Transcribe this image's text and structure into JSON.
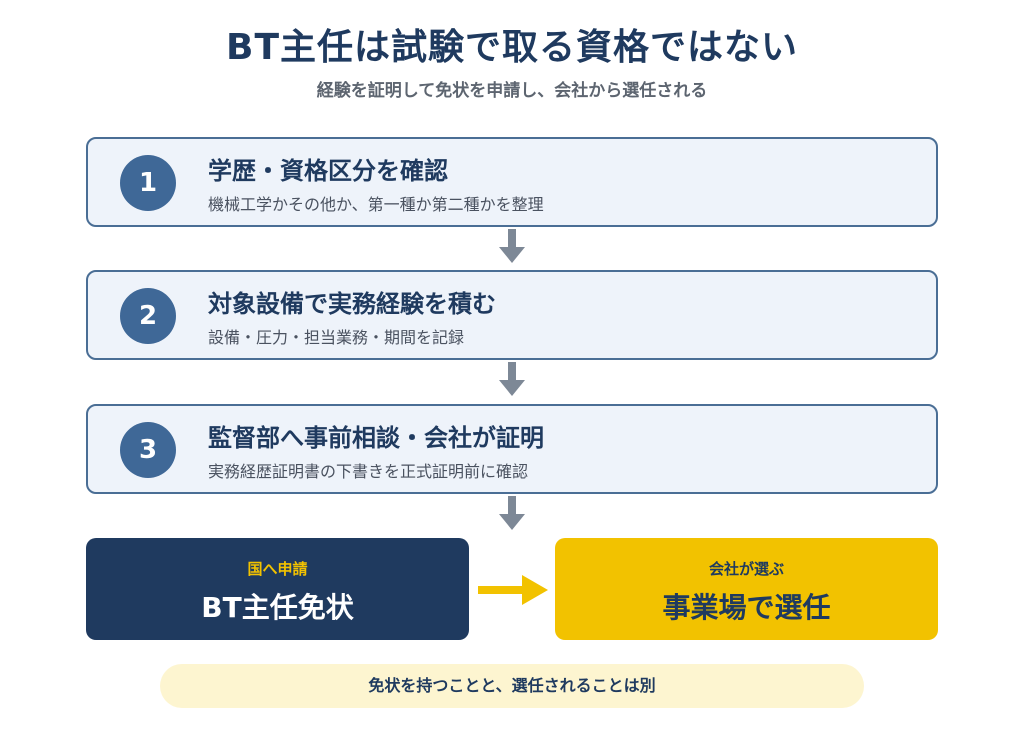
{
  "header": {
    "title": "BT主任は試験で取る資格ではない",
    "subtitle": "経験を証明して免状を申請し、会社から選任される"
  },
  "steps": [
    {
      "number": "1",
      "title": "学歴・資格区分を確認",
      "description": "機械工学かその他か、第一種か第二種かを整理"
    },
    {
      "number": "2",
      "title": "対象設備で実務経験を積む",
      "description": "設備・圧力・担当業務・期間を記録"
    },
    {
      "number": "3",
      "title": "監督部へ事前相談・会社が証明",
      "description": "実務経歴証明書の下書きを正式証明前に確認"
    }
  ],
  "outcomes": {
    "license": {
      "label": "国へ申請",
      "main": "BT主任免状"
    },
    "appointment": {
      "label": "会社が選ぶ",
      "main": "事業場で選任"
    }
  },
  "note": "免状を持つことと、選任されることは別",
  "colors": {
    "navy": "#1f3a5f",
    "step_border": "#4a6e95",
    "step_bg": "#eef3fa",
    "circle": "#3f6897",
    "yellow": "#f2c200",
    "arrow_gray": "#7d8896",
    "note_bg": "#fdf5d0"
  }
}
